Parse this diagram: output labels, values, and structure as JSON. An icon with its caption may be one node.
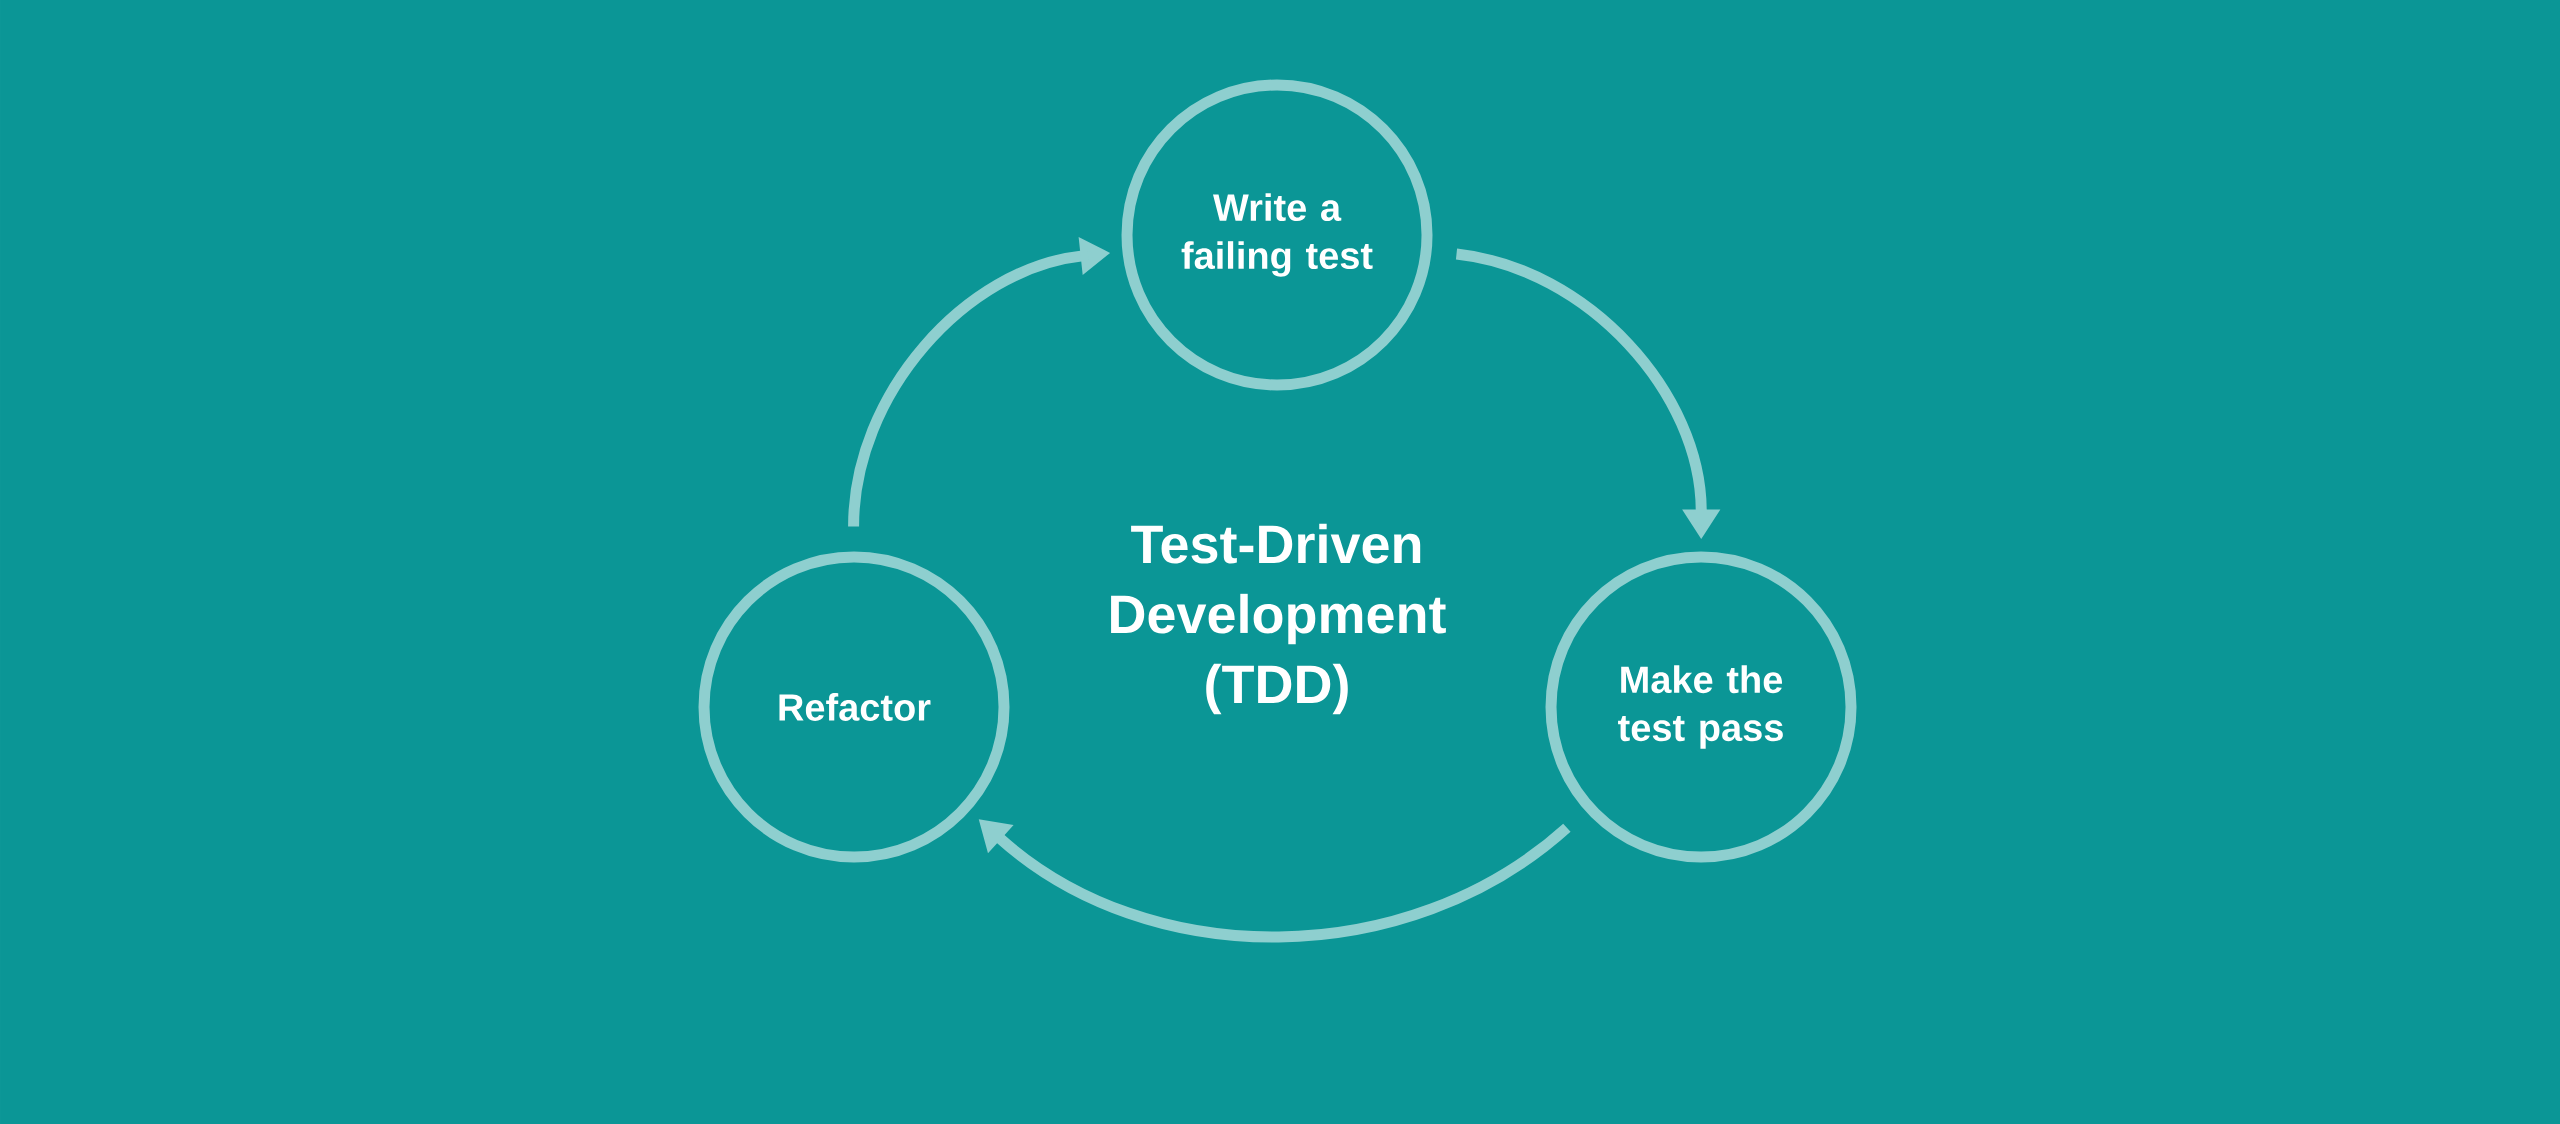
{
  "diagram": {
    "title": "Test-Driven Development (TDD)",
    "nodes": [
      {
        "text": [
          "Write a failing test"
        ]
      },
      {
        "text": [
          "Make the test pass"
        ]
      },
      {
        "text": [
          "Refactor"
        ]
      }
    ],
    "edges": [
      {
        "from": 0,
        "to": 1,
        "arrow": "to"
      },
      {
        "from": 1,
        "to": 2,
        "arrow": "to"
      },
      {
        "from": 2,
        "to": 0,
        "arrow": "to"
      }
    ]
  }
}
